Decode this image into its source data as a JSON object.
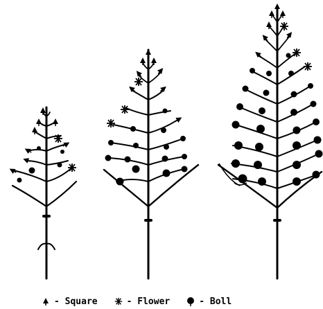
{
  "legend": {
    "items": [
      {
        "icon": "square-bud-icon",
        "label": "- Square"
      },
      {
        "icon": "flower-icon",
        "label": "- Flower"
      },
      {
        "icon": "boll-icon",
        "label": "- Boll"
      }
    ]
  },
  "colors": {
    "ink": "#000000",
    "background": "#ffffff"
  }
}
